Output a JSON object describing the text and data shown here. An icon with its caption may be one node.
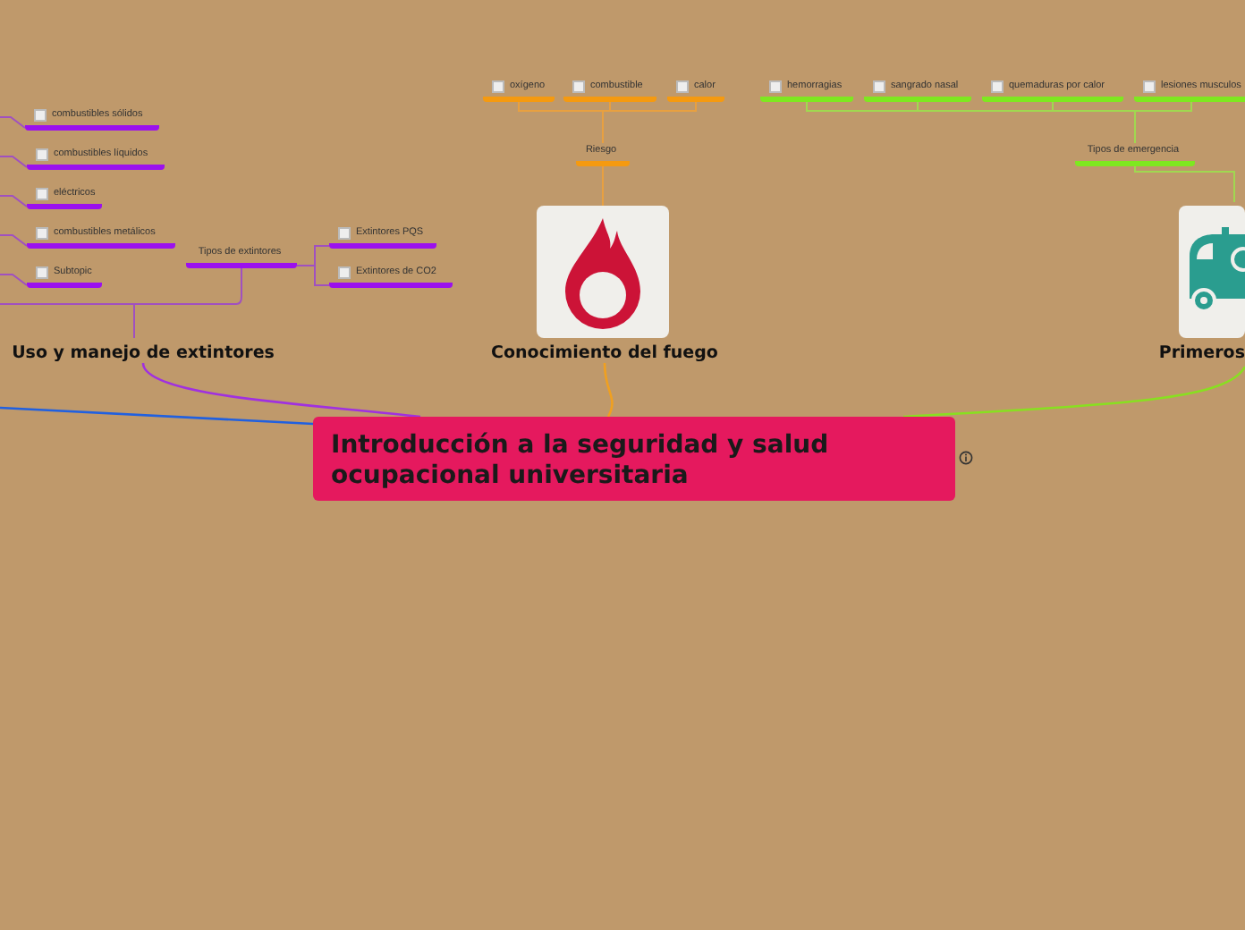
{
  "diagram": {
    "nodes": [
      {
        "text": [
          "Introducción a la seguridad y salud ocupacional universitaria"
        ]
      },
      {
        "text": [
          "Uso y manejo de extintores"
        ]
      },
      {
        "text": [
          "Conocimiento del fuego"
        ]
      },
      {
        "text": [
          "Primeros"
        ]
      },
      {
        "text": [
          "combustibles sólidos"
        ]
      },
      {
        "text": [
          "combustibles líquidos"
        ]
      },
      {
        "text": [
          "eléctricos"
        ]
      },
      {
        "text": [
          "combustibles metálicos"
        ]
      },
      {
        "text": [
          "Subtopic"
        ]
      },
      {
        "text": [
          "Tipos de extintores"
        ]
      },
      {
        "text": [
          "Extintores PQS"
        ]
      },
      {
        "text": [
          "Extintores de CO2"
        ]
      },
      {
        "text": [
          "Riesgo"
        ]
      },
      {
        "text": [
          "oxígeno"
        ]
      },
      {
        "text": [
          "combustible"
        ]
      },
      {
        "text": [
          "calor"
        ]
      },
      {
        "text": [
          "Tipos de emergencia"
        ]
      },
      {
        "text": [
          "hemorragias"
        ]
      },
      {
        "text": [
          "sangrado nasal"
        ]
      },
      {
        "text": [
          "quemaduras por calor"
        ]
      },
      {
        "text": [
          "lesiones musculos"
        ]
      }
    ],
    "edges": [
      {
        "from": 0,
        "to": 1,
        "arrow": "none",
        "color": "#a030e0"
      },
      {
        "from": 0,
        "to": 2,
        "arrow": "none",
        "color": "#f0a020"
      },
      {
        "from": 0,
        "to": 3,
        "arrow": "none",
        "color": "#88e020"
      },
      {
        "from": null,
        "to": 0,
        "arrow": "none",
        "color": "#2060e0"
      },
      {
        "from": 1,
        "to": 9,
        "arrow": "none",
        "color": "#a050c0"
      },
      {
        "from": 9,
        "to": 10,
        "arrow": "none",
        "color": "#a050c0"
      },
      {
        "from": 9,
        "to": 11,
        "arrow": "none",
        "color": "#a050c0"
      },
      {
        "from": null,
        "to": 4,
        "arrow": "none",
        "color": "#a050c0"
      },
      {
        "from": null,
        "to": 5,
        "arrow": "none",
        "color": "#a050c0"
      },
      {
        "from": null,
        "to": 6,
        "arrow": "none",
        "color": "#a050c0"
      },
      {
        "from": null,
        "to": 7,
        "arrow": "none",
        "color": "#a050c0"
      },
      {
        "from": null,
        "to": 8,
        "arrow": "none",
        "color": "#a050c0"
      },
      {
        "from": 2,
        "to": 12,
        "arrow": "none",
        "color": "#e8a040"
      },
      {
        "from": 12,
        "to": 13,
        "arrow": "none",
        "color": "#e8a040"
      },
      {
        "from": 12,
        "to": 14,
        "arrow": "none",
        "color": "#e8a040"
      },
      {
        "from": 12,
        "to": 15,
        "arrow": "none",
        "color": "#e8a040"
      },
      {
        "from": 3,
        "to": 16,
        "arrow": "none",
        "color": "#a0d850"
      },
      {
        "from": 16,
        "to": 17,
        "arrow": "none",
        "color": "#a0d850"
      },
      {
        "from": 16,
        "to": 18,
        "arrow": "none",
        "color": "#a0d850"
      },
      {
        "from": 16,
        "to": 19,
        "arrow": "none",
        "color": "#a0d850"
      },
      {
        "from": 16,
        "to": 20,
        "arrow": "none",
        "color": "#a0d850"
      }
    ]
  }
}
